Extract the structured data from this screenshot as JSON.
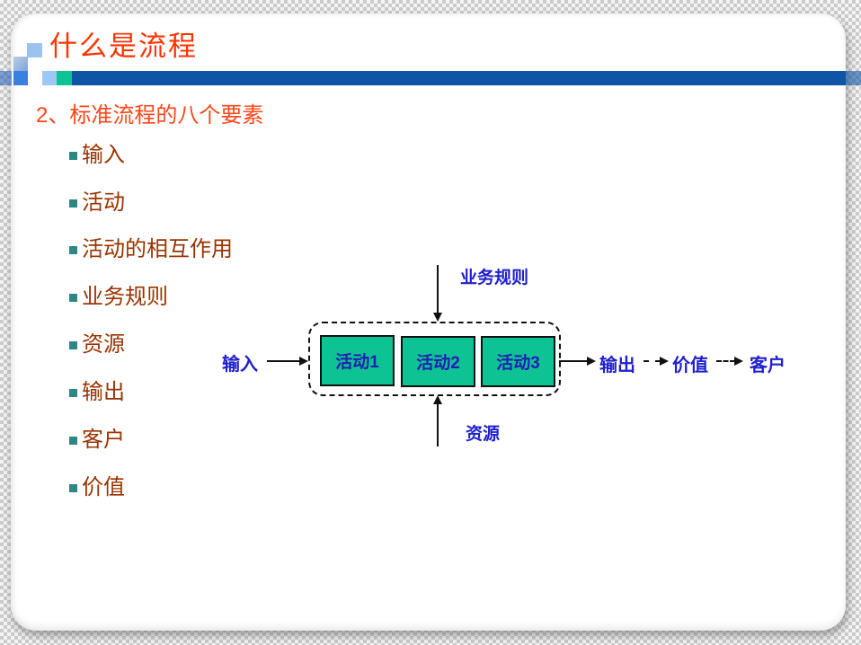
{
  "slide": {
    "title": "什么是流程",
    "subtitle": "2、标准流程的八个要素",
    "bullets": [
      "输入",
      "活动",
      "活动的相互作用",
      "业务规则",
      "资源",
      "输出",
      "客户",
      "价值"
    ]
  },
  "diagram": {
    "input_label": "输入",
    "rules_label": "业务规则",
    "resources_label": "资源",
    "activities": [
      "活动1",
      "活动2",
      "活动3"
    ],
    "output_label": "输出",
    "value_label": "价值",
    "customer_label": "客户"
  },
  "colors": {
    "title_red": "#ff3300",
    "subtitle_orange": "#ff4519",
    "bullet_text_brown": "#993300",
    "bullet_marker_teal": "#2e8686",
    "diagram_label_blue": "#2020cc",
    "activity_fill_green": "#0dc394",
    "activity_text_navy": "#1f1fb4",
    "accent_bar_blue": "#0e55a6",
    "accent_green": "#0dc394",
    "accent_light_blue": "#9cc8f5",
    "accent_mid_blue": "#3a80df"
  }
}
